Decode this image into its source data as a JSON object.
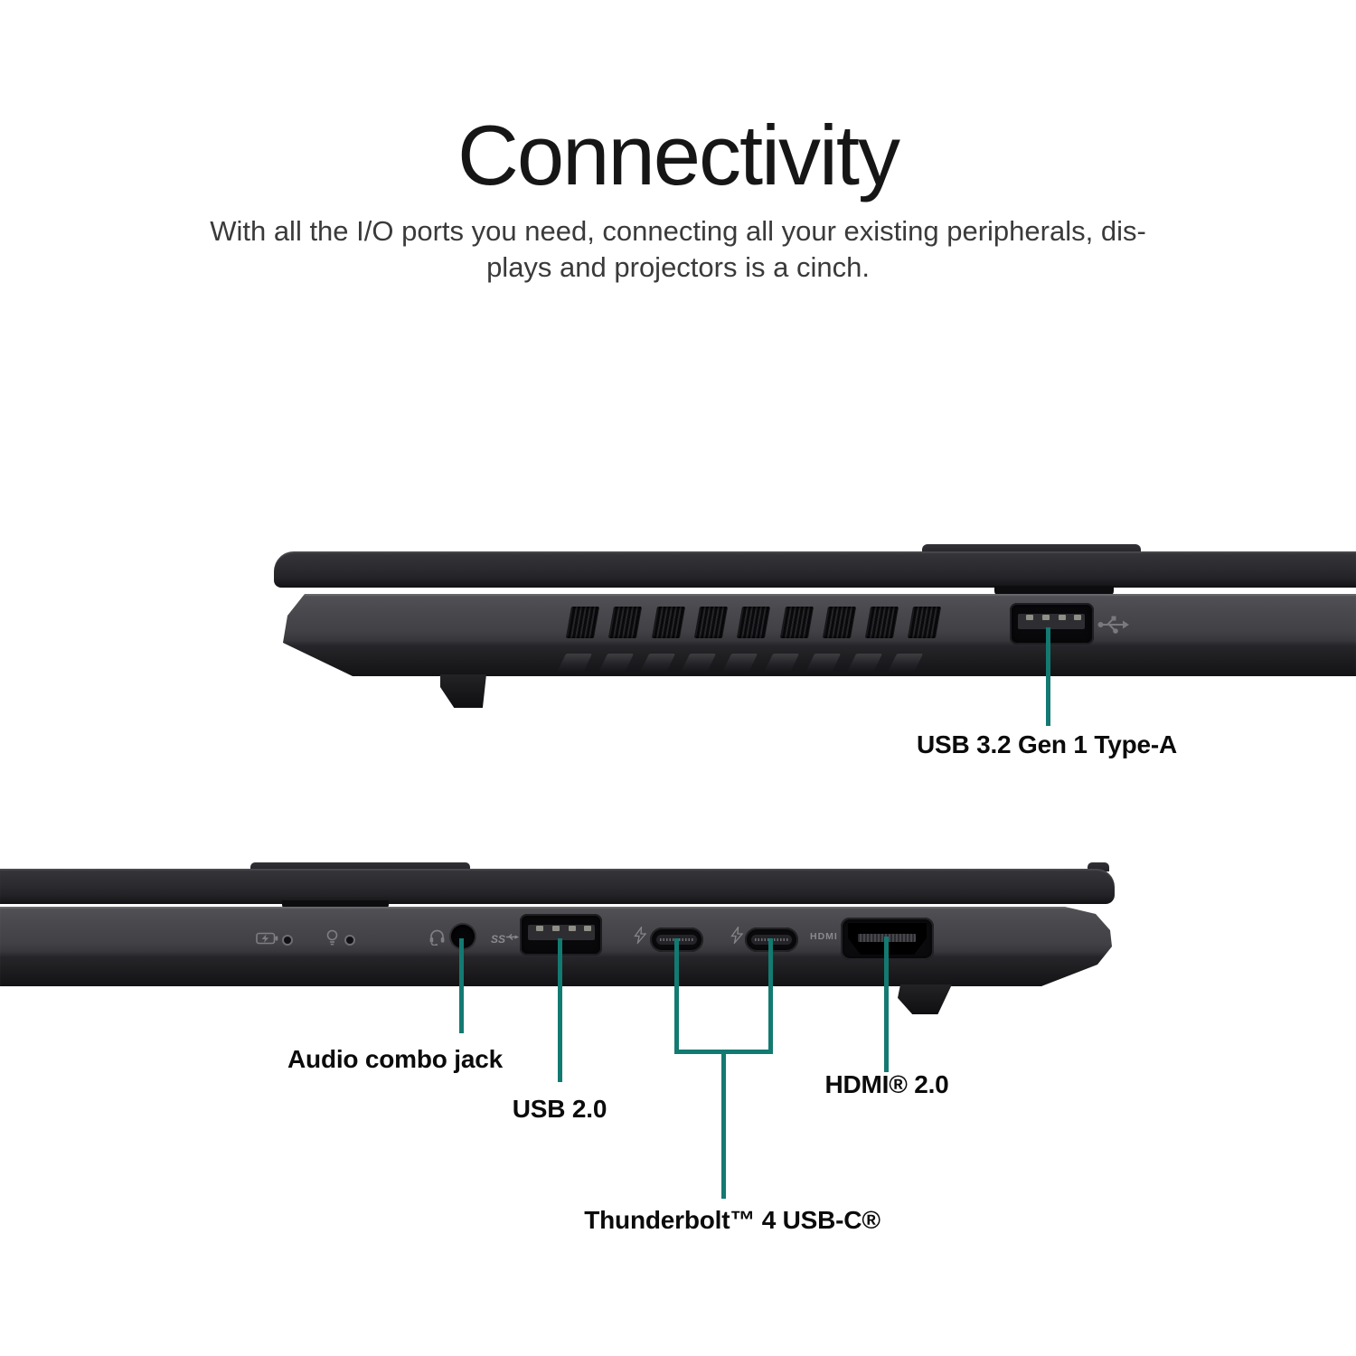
{
  "header": {
    "title": "Connectivity",
    "subtitle_line1": "With all the I/O ports you need, connecting all your existing peripherals, dis-",
    "subtitle_line2": "plays and projectors is a cinch."
  },
  "colors": {
    "callout_line": "#137a72",
    "body_gray": "#46464b",
    "body_dark": "#1b1b1e",
    "background": "#ffffff"
  },
  "top_laptop": {
    "description": "laptop right-side profile with cooling vents and USB-A port",
    "vent_row1_count": 9,
    "vent_row2_count": 9,
    "callouts": {
      "usb_a": "USB 3.2 Gen 1 Type-A"
    }
  },
  "bottom_laptop": {
    "description": "laptop left-side profile with indicators and I/O ports",
    "port_markings": {
      "hdmi": "HDMI",
      "usb_speed": "SS"
    },
    "callouts": {
      "audio": "Audio combo jack",
      "usb2": "USB 2.0",
      "thunderbolt": "Thunderbolt™ 4 USB-C®",
      "hdmi": "HDMI® 2.0"
    }
  }
}
